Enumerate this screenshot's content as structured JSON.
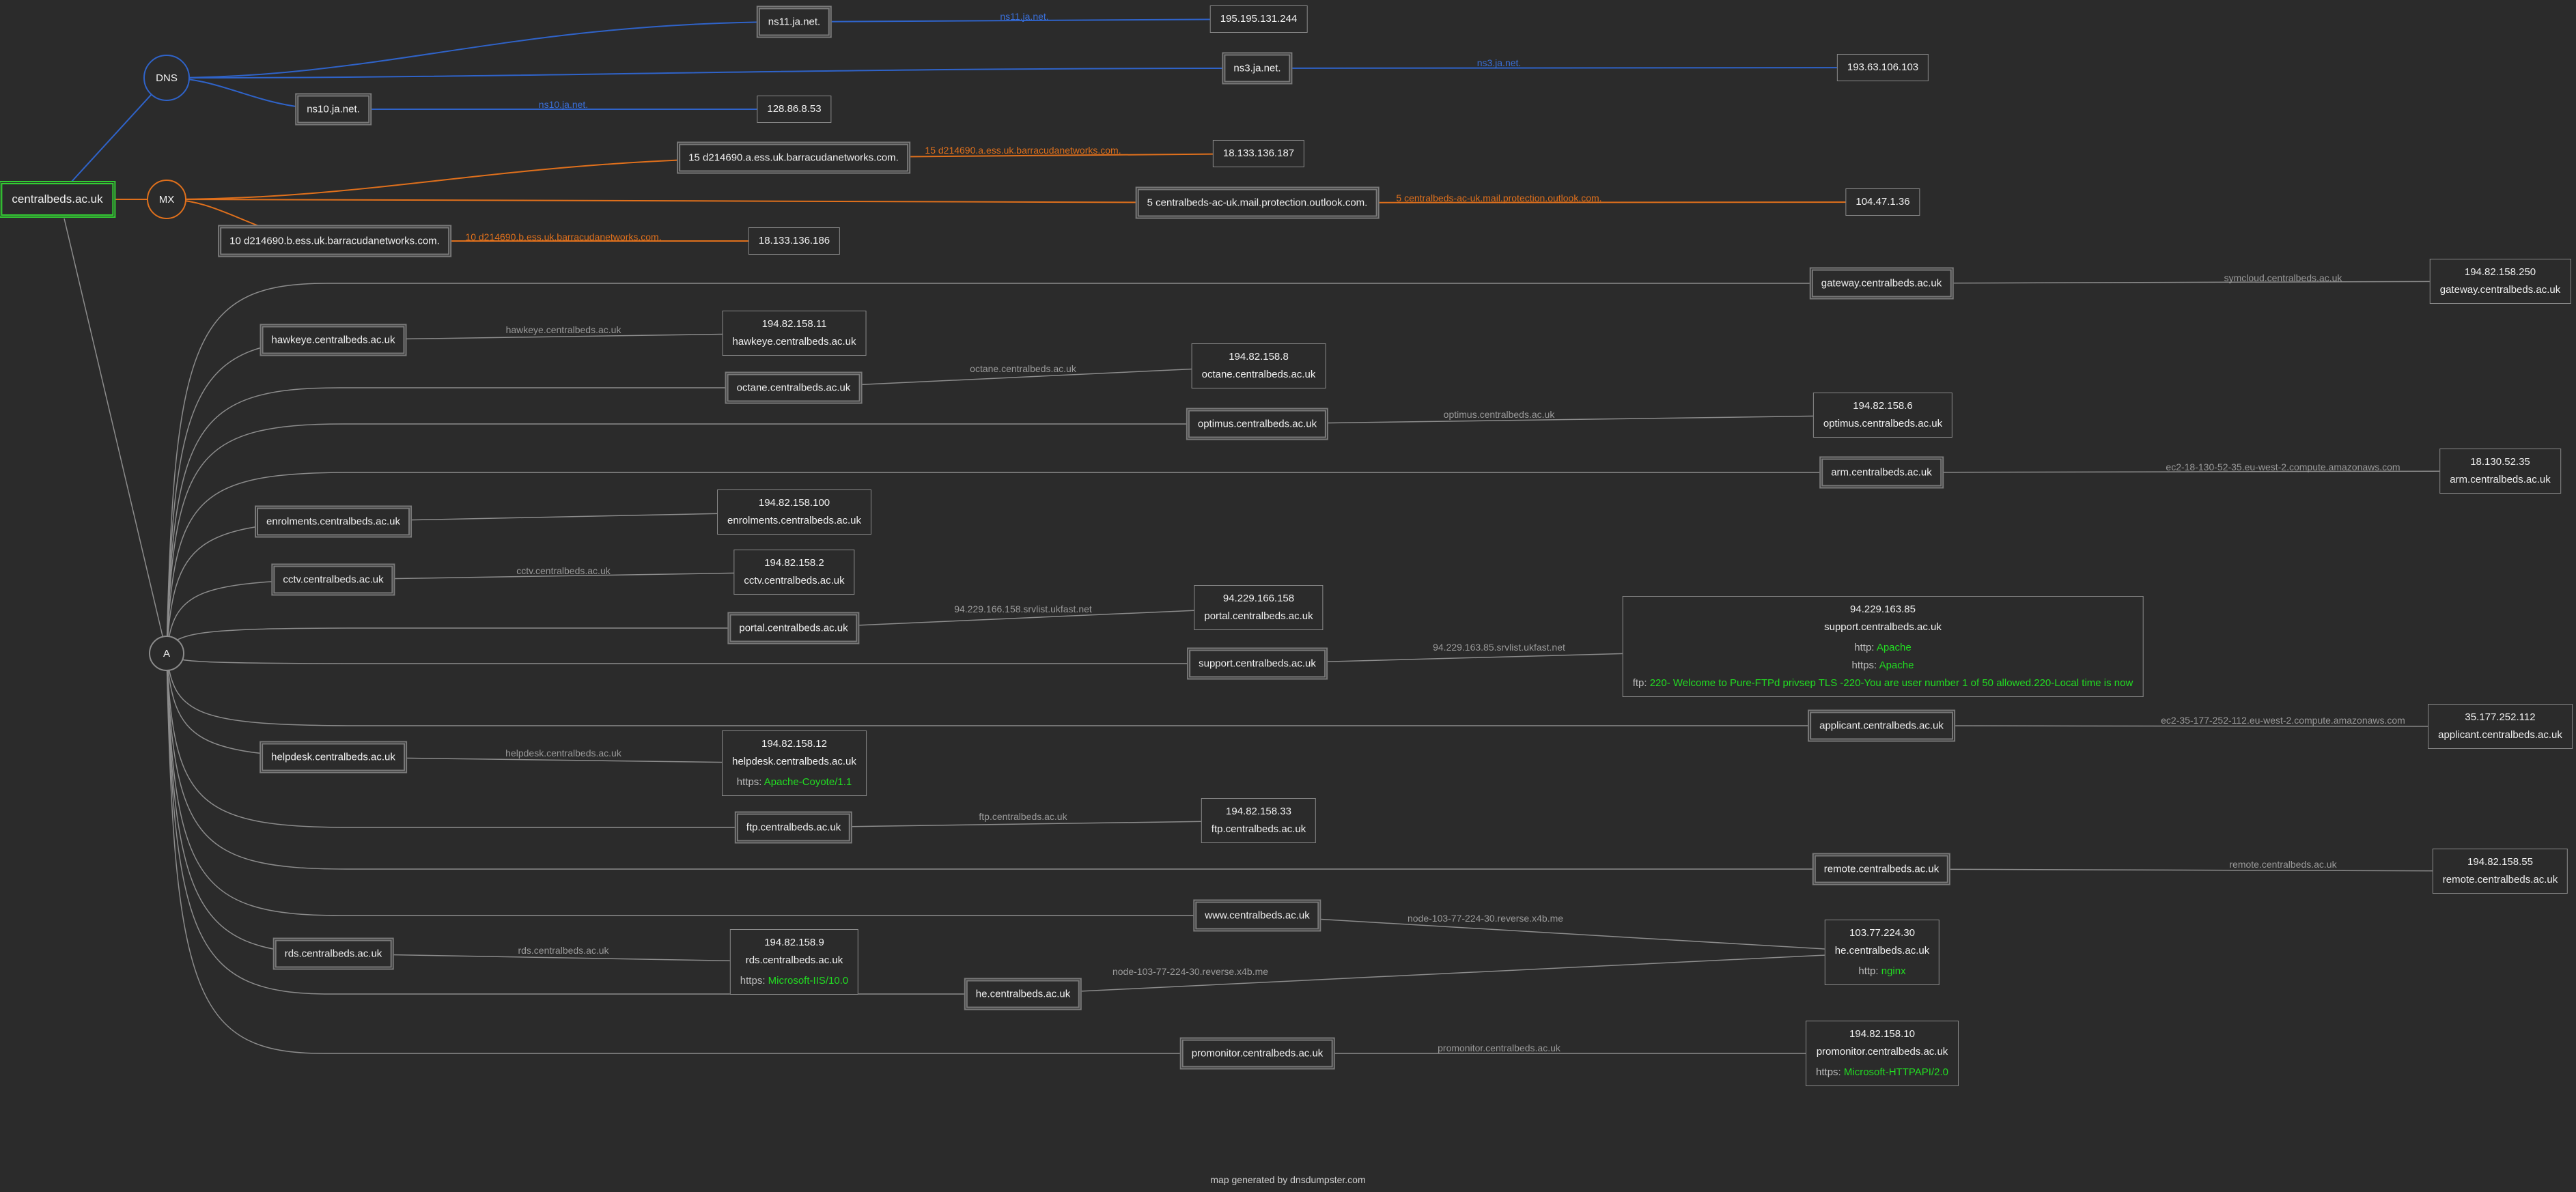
{
  "root": "centralbeds.ac.uk",
  "groups": {
    "dns": "DNS",
    "mx": "MX",
    "a": "A"
  },
  "colors": {
    "dns": "#2f63c9",
    "mx": "#e0701c",
    "a": "#8c8c8c",
    "root": "#33cc33",
    "service_value": "#22dd22"
  },
  "dns_records": [
    {
      "host": "ns11.ja.net.",
      "ip": "195.195.131.244",
      "label": "ns11.ja.net."
    },
    {
      "host": "ns3.ja.net.",
      "ip": "193.63.106.103",
      "label": "ns3.ja.net."
    },
    {
      "host": "ns10.ja.net.",
      "ip": "128.86.8.53",
      "label": "ns10.ja.net."
    }
  ],
  "mx_records": [
    {
      "host": "15 d214690.a.ess.uk.barracudanetworks.com.",
      "ip": "18.133.136.187",
      "label": "15 d214690.a.ess.uk.barracudanetworks.com."
    },
    {
      "host": "5 centralbeds-ac-uk.mail.protection.outlook.com.",
      "ip": "104.47.1.36",
      "label": "5 centralbeds-ac-uk.mail.protection.outlook.com."
    },
    {
      "host": "10 d214690.b.ess.uk.barracudanetworks.com.",
      "ip": "18.133.136.186",
      "label": "10 d214690.b.ess.uk.barracudanetworks.com."
    }
  ],
  "a_records": [
    {
      "host": "gateway.centralbeds.ac.uk",
      "ip": "194.82.158.250",
      "rdns": "gateway.centralbeds.ac.uk",
      "label": "symcloud.centralbeds.ac.uk"
    },
    {
      "host": "hawkeye.centralbeds.ac.uk",
      "ip": "194.82.158.11",
      "rdns": "hawkeye.centralbeds.ac.uk",
      "label": "hawkeye.centralbeds.ac.uk"
    },
    {
      "host": "octane.centralbeds.ac.uk",
      "ip": "194.82.158.8",
      "rdns": "octane.centralbeds.ac.uk",
      "label": "octane.centralbeds.ac.uk"
    },
    {
      "host": "optimus.centralbeds.ac.uk",
      "ip": "194.82.158.6",
      "rdns": "optimus.centralbeds.ac.uk",
      "label": "optimus.centralbeds.ac.uk"
    },
    {
      "host": "arm.centralbeds.ac.uk",
      "ip": "18.130.52.35",
      "rdns": "arm.centralbeds.ac.uk",
      "label": "ec2-18-130-52-35.eu-west-2.compute.amazonaws.com"
    },
    {
      "host": "enrolments.centralbeds.ac.uk",
      "ip": "194.82.158.100",
      "rdns": "enrolments.centralbeds.ac.uk",
      "label": ""
    },
    {
      "host": "cctv.centralbeds.ac.uk",
      "ip": "194.82.158.2",
      "rdns": "cctv.centralbeds.ac.uk",
      "label": "cctv.centralbeds.ac.uk"
    },
    {
      "host": "portal.centralbeds.ac.uk",
      "ip": "94.229.166.158",
      "rdns": "portal.centralbeds.ac.uk",
      "label": "94.229.166.158.srvlist.ukfast.net"
    },
    {
      "host": "support.centralbeds.ac.uk",
      "ip": "94.229.163.85",
      "rdns": "support.centralbeds.ac.uk",
      "label": "94.229.163.85.srvlist.ukfast.net",
      "services": [
        {
          "name": "http",
          "value": "Apache"
        },
        {
          "name": "https",
          "value": "Apache"
        },
        {
          "name": "ftp",
          "value": "220- Welcome to Pure-FTPd privsep TLS -220-You are user number 1 of 50 allowed.220-Local time is now"
        }
      ]
    },
    {
      "host": "applicant.centralbeds.ac.uk",
      "ip": "35.177.252.112",
      "rdns": "applicant.centralbeds.ac.uk",
      "label": "ec2-35-177-252-112.eu-west-2.compute.amazonaws.com"
    },
    {
      "host": "helpdesk.centralbeds.ac.uk",
      "ip": "194.82.158.12",
      "rdns": "helpdesk.centralbeds.ac.uk",
      "label": "helpdesk.centralbeds.ac.uk",
      "services": [
        {
          "name": "https",
          "value": "Apache-Coyote/1.1"
        }
      ]
    },
    {
      "host": "ftp.centralbeds.ac.uk",
      "ip": "194.82.158.33",
      "rdns": "ftp.centralbeds.ac.uk",
      "label": "ftp.centralbeds.ac.uk"
    },
    {
      "host": "remote.centralbeds.ac.uk",
      "ip": "194.82.158.55",
      "rdns": "remote.centralbeds.ac.uk",
      "label": "remote.centralbeds.ac.uk"
    },
    {
      "host": "www.centralbeds.ac.uk",
      "ip": "103.77.224.30",
      "rdns": "he.centralbeds.ac.uk",
      "label": "node-103-77-224-30.reverse.x4b.me",
      "services": [
        {
          "name": "http",
          "value": "nginx"
        }
      ]
    },
    {
      "host": "rds.centralbeds.ac.uk",
      "ip": "194.82.158.9",
      "rdns": "rds.centralbeds.ac.uk",
      "label": "rds.centralbeds.ac.uk",
      "services": [
        {
          "name": "https",
          "value": "Microsoft-IIS/10.0"
        }
      ]
    },
    {
      "host": "he.centralbeds.ac.uk",
      "ip": "103.77.224.30",
      "label": "node-103-77-224-30.reverse.x4b.me"
    },
    {
      "host": "promonitor.centralbeds.ac.uk",
      "ip": "194.82.158.10",
      "rdns": "promonitor.centralbeds.ac.uk",
      "label": "promonitor.centralbeds.ac.uk",
      "services": [
        {
          "name": "https",
          "value": "Microsoft-HTTPAPI/2.0"
        }
      ]
    }
  ],
  "footer": "map generated by dnsdumpster.com"
}
